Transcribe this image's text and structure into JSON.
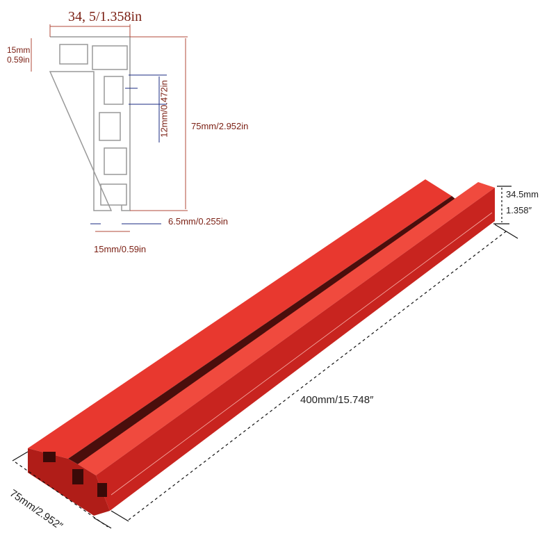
{
  "profile_diagram": {
    "top_width": "34, 5/1.358in",
    "top_height_mm": "15mm",
    "top_height_in": "0.59in",
    "slot_spacing": "12mm/0.472in",
    "total_height": "75mm/2.952in",
    "slot_opening": "6.5mm/0.255in",
    "stem_width": "15mm/0.59in"
  },
  "product_view": {
    "height_mm": "34.5mm",
    "height_in": "1.358″",
    "length": "400mm/15.748″",
    "width": "75mm/2.952″"
  },
  "colors": {
    "product": "#e0302a",
    "dimension_text": "#7a1e12",
    "arrow": "#1a2a80"
  }
}
